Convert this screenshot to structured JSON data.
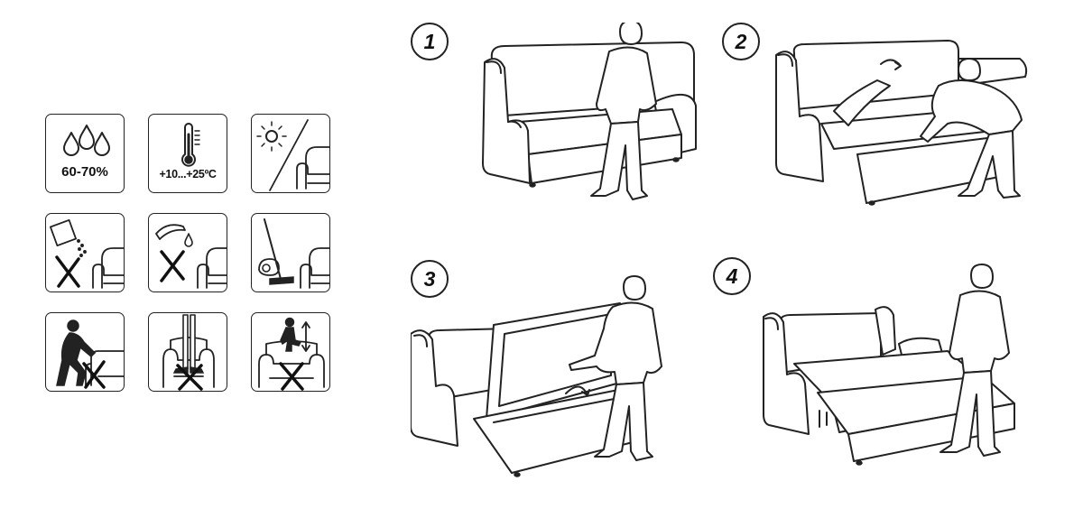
{
  "care_icons": {
    "humidity": {
      "label": "60-70%",
      "icon": "water-drops-icon"
    },
    "temperature": {
      "label": "+10...+25ºC",
      "icon": "thermometer-icon"
    },
    "sunlight": {
      "icon": "no-direct-sunlight-icon"
    },
    "no_chemicals": {
      "icon": "no-chemical-cleaning-icon"
    },
    "no_liquids": {
      "icon": "no-liquid-spills-icon"
    },
    "vacuum": {
      "icon": "vacuum-cleaning-icon"
    },
    "no_dragging": {
      "icon": "no-dragging-icon"
    },
    "no_standing": {
      "icon": "no-standing-on-seat-icon"
    },
    "no_jumping": {
      "icon": "no-jumping-icon"
    }
  },
  "steps": [
    {
      "number": "1"
    },
    {
      "number": "2"
    },
    {
      "number": "3"
    },
    {
      "number": "4"
    }
  ]
}
